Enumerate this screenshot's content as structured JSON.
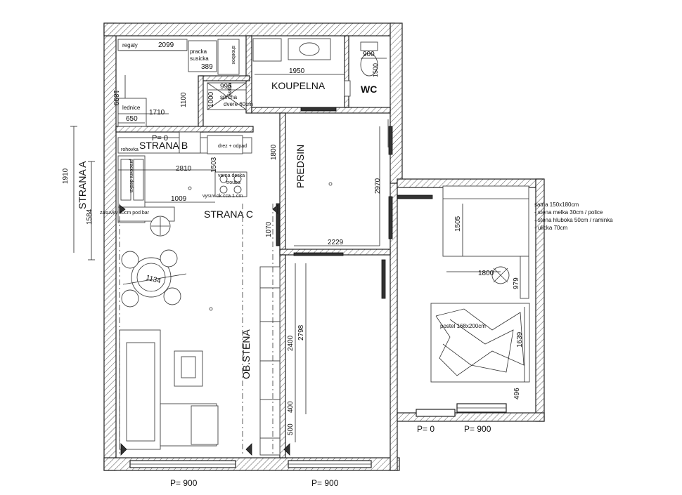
{
  "plan": {
    "rooms": {
      "koupelna": "KOUPELNA",
      "wc": "WC",
      "predsin": "PREDSIN",
      "strana_a": "STRANA A",
      "strana_b": "STRANA B",
      "strana_c": "STRANA C",
      "ob_stena": "OB.STENA"
    },
    "labels": {
      "regaly_top": "regaly",
      "pracka": "pracka",
      "susicka": "susicka",
      "shoebox": "shoebox",
      "regaly_side": "regaly",
      "sprcha": "sprcha",
      "dvere": "dvere 60cm",
      "lednice": "lednice",
      "p0_kitchen": "P= 0",
      "rohovka": "rohovka",
      "drez": "drez + odpad",
      "pracovni": "pracovni deska",
      "varna": "varna deska",
      "trouba": "trouba",
      "zasuvky": "zasuvky 40cm pod bar",
      "vysuv": "vysuv ok cca 1 cm",
      "satna_title": "satna 150x180cm",
      "satna_1": "- stena melka 30cm / police",
      "satna_2": "- stena hluboka 50cm / raminka",
      "satna_3": "- ulicka 70cm",
      "postel": "postel 168x200cm",
      "p0_bedroom": "P= 0",
      "p900_bedroom": "P= 900",
      "p900_living": "P= 900",
      "p900_hall": "P= 900"
    },
    "dimensions": {
      "d2099": "2099",
      "d389": "389",
      "d900": "900",
      "d1500": "1500",
      "d1899": "1899",
      "d1950": "1950",
      "d996": "996",
      "d1100": "1100",
      "d1000": "1000",
      "d1710": "1710",
      "d650": "650",
      "d1910": "1910",
      "d1584": "1584",
      "d2810": "2810",
      "d1503": "1503",
      "d1009": "1009",
      "d1800_hall": "1800",
      "d2970": "2970",
      "d1070": "1070",
      "d2229": "2229",
      "d1134": "1134",
      "d2400": "2400",
      "d2798": "2798",
      "d400": "400",
      "d500": "500",
      "d1505": "1505",
      "d1800_bed": "1800",
      "d979": "979",
      "d1639": "1639",
      "d496": "496"
    }
  }
}
